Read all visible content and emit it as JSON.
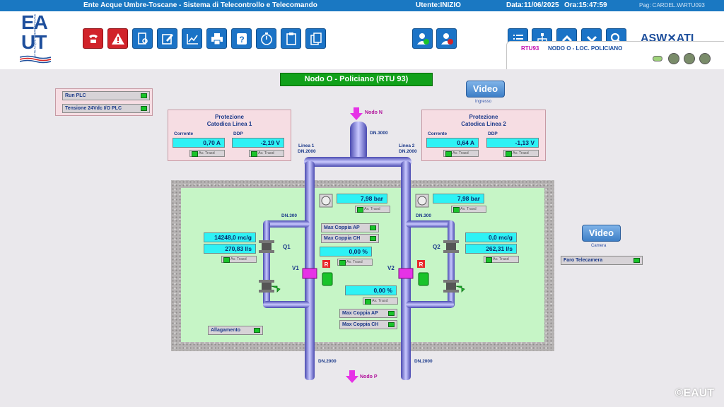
{
  "titlebar": {
    "title": "Ente Acque Umbre-Toscane - Sistema di Telecontrollo e Telecomando",
    "user_label": "Utente:",
    "user_value": "INIZIO",
    "date_label": "Data:",
    "date_value": "11/06/2025",
    "time_label": "Ora:",
    "time_value": "15:47:59",
    "page": "Pag: CARDEL.W\\RTU093"
  },
  "logo": {
    "line1_a": "EA",
    "line2": "UT",
    "vertical_text": "ENTE ACQUE UMBRE TOSCANE"
  },
  "brand": "ASW✕ATI",
  "rtu": {
    "code": "RTU93",
    "name": "NODO O - LOC. POLICIANO"
  },
  "node_title": "Nodo O - Policiano (RTU 93)",
  "video": [
    {
      "label": "Video",
      "sub": "Ingresso"
    },
    {
      "label": "Video",
      "sub": "Camera"
    }
  ],
  "plc": [
    {
      "label": "Run PLC"
    },
    {
      "label": "Tensione 24Vdc I/O PLC"
    }
  ],
  "cathodic": [
    {
      "title1": "Protezione",
      "title2": "Catodica Linea 1",
      "current_label": "Corrente",
      "ddp_label": "DDP",
      "current": "0,70 A",
      "ddp": "-2,19 V",
      "av1": "Av. Trasd",
      "av2": "Av. Trasd"
    },
    {
      "title1": "Protezione",
      "title2": "Catodica Linea 2",
      "current_label": "Corrente",
      "ddp_label": "DDP",
      "current": "0,64 A",
      "ddp": "-1,13 V",
      "av1": "Av. Trasd",
      "av2": "Av. Trasd"
    }
  ],
  "labels": {
    "nodo_n": "Nodo N",
    "nodo_p": "Nodo P",
    "dn3000": "DN.3000",
    "linea1": "Linea 1",
    "linea2": "Linea 2",
    "dn2000": "DN.2000",
    "dn300": "DN.300",
    "q1": "Q1",
    "q2": "Q2",
    "v1": "V1",
    "v2": "V2",
    "r": "R"
  },
  "pressures": [
    {
      "value": "7,98 bar",
      "av": "Av. Trasd"
    },
    {
      "value": "7,98 bar",
      "av": "Av. Trasd"
    }
  ],
  "flow1": {
    "daily": "14248,0 mc/g",
    "rate": "270,83 l/s",
    "av": "Av. Trasd"
  },
  "flow2": {
    "daily": "0,0 mc/g",
    "rate": "262,31 l/s",
    "av": "Av. Trasd"
  },
  "valve1": {
    "coppia_ap": "Max Coppia AP",
    "coppia_ch": "Max Coppia CH",
    "position": "0,00 %",
    "av": "Av. Trasd"
  },
  "valve2": {
    "coppia_ap": "Max Coppia AP",
    "coppia_ch": "Max Coppia CH",
    "position": "0,00 %",
    "av": "Av. Trasd"
  },
  "allagamento": "Allagamento",
  "faro": "Faro Telecamera",
  "watermark": "©EAUT"
}
